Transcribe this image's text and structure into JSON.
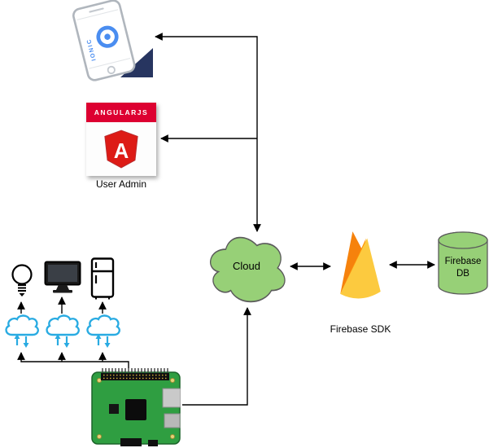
{
  "nodes": {
    "phone": {
      "icon": "ionic-phone-icon",
      "brand": "IONIC"
    },
    "angular": {
      "icon": "angularjs-logo",
      "banner": "ANGULARJS",
      "letter": "A",
      "caption": "User Admin"
    },
    "cloud": {
      "icon": "cloud-node",
      "label": "Cloud"
    },
    "firebase": {
      "icon": "firebase-flame-icon",
      "caption": "Firebase SDK"
    },
    "db": {
      "icon": "database-cylinder",
      "line1": "Firebase",
      "line2": "DB"
    },
    "devices": [
      {
        "icon": "light-bulb-icon"
      },
      {
        "icon": "monitor-icon"
      },
      {
        "icon": "refrigerator-icon"
      }
    ],
    "gateways": [
      {
        "icon": "iot-cloud-sync-icon"
      },
      {
        "icon": "iot-cloud-sync-icon"
      },
      {
        "icon": "iot-cloud-sync-icon"
      }
    ],
    "raspberry_pi": {
      "icon": "raspberry-pi-board-icon"
    }
  },
  "colors": {
    "cloud_fill": "#97d077",
    "cloud_stroke": "#5b5b5b",
    "db_fill": "#97d077",
    "firebase_yellow": "#fcca3f",
    "firebase_orange": "#f6820c",
    "angular_red": "#dd0031",
    "ionic_blue": "#4a8df0",
    "iot_blue": "#29abe2",
    "pi_green": "#2f9e41",
    "connector": "#000000"
  }
}
